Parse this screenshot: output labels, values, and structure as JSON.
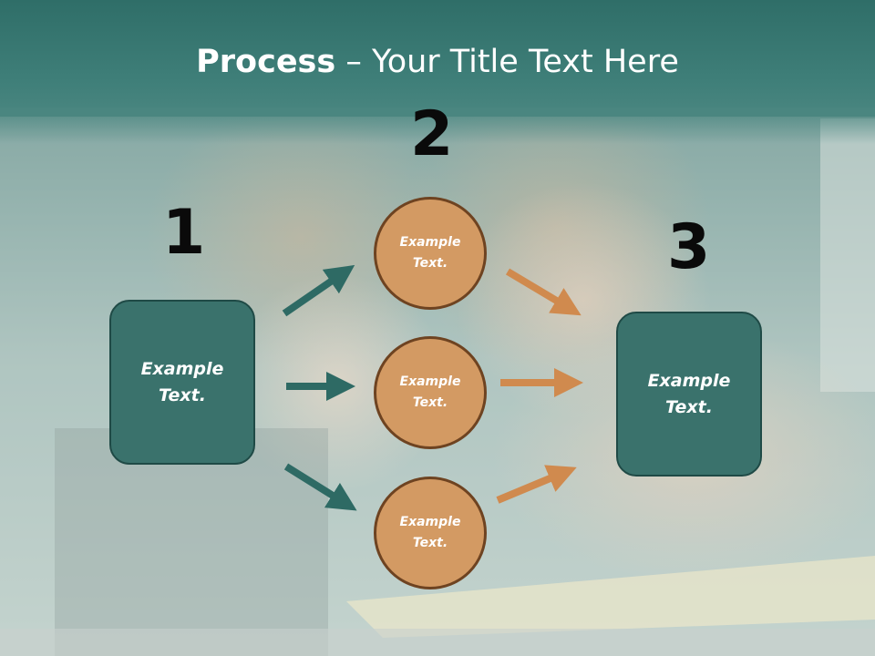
{
  "title": {
    "bold": "Process",
    "rest": " – Your Title Text Here"
  },
  "numbers": {
    "n1": "1",
    "n2": "2",
    "n3": "3"
  },
  "left_box": {
    "text": "Example Text."
  },
  "right_box": {
    "text": "Example Text."
  },
  "circles": [
    {
      "text": "Example Text."
    },
    {
      "text": "Example Text."
    },
    {
      "text": "Example Text."
    }
  ],
  "colors": {
    "teal": "#3a726c",
    "orange": "#d39a63",
    "title_bar": "#2f6e68",
    "arrow_teal": "#2e6a64",
    "arrow_orange": "#d08a4e"
  }
}
